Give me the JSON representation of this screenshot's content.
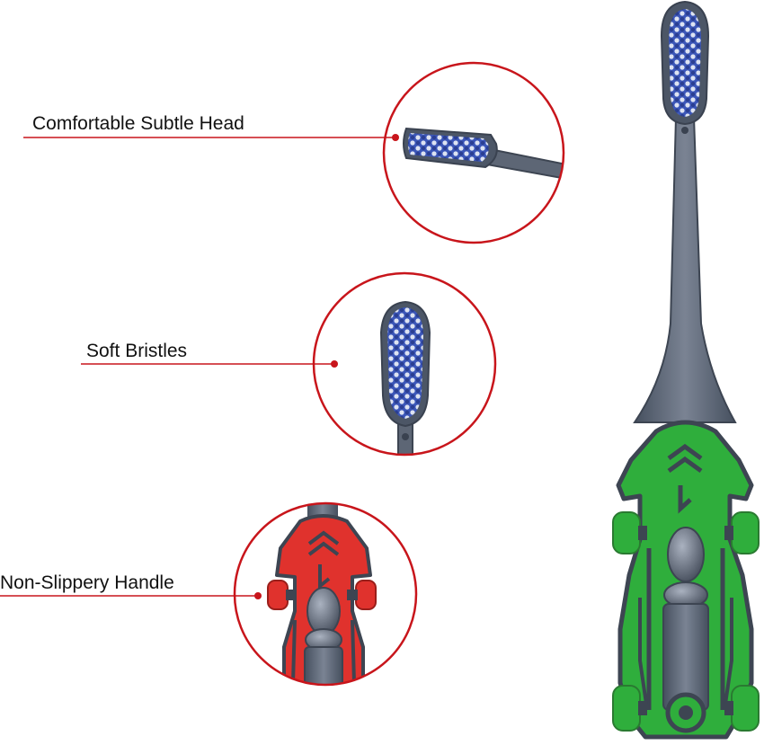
{
  "callouts": [
    {
      "label": "Comfortable Subtle Head"
    },
    {
      "label": "Soft Bristles"
    },
    {
      "label": "Non-Slippery Handle"
    }
  ],
  "colors": {
    "callout_ring": "#c8151b",
    "bristle_blue": "#3b56b8",
    "bristle_white": "#dde3f2",
    "handle_grey": "#5d6675",
    "car_green": "#2fae3c",
    "car_red": "#e0322d"
  },
  "icons": [
    "toothbrush-image",
    "detail-zoom-circle"
  ]
}
